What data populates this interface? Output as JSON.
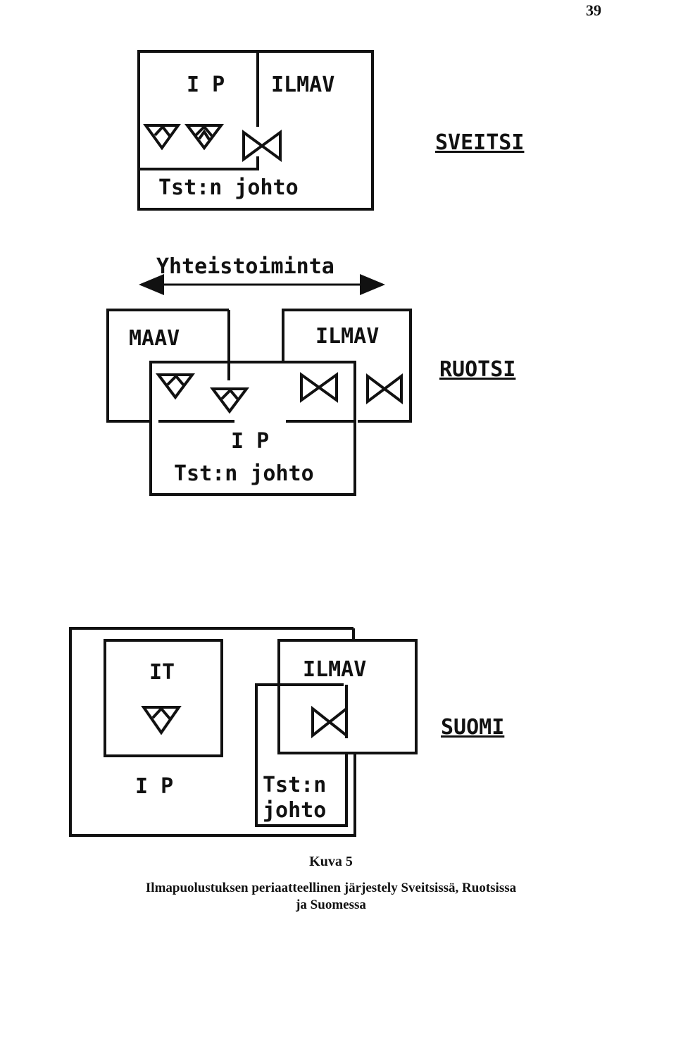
{
  "page_number": "39",
  "sveitsi": {
    "country": "SVEITSI",
    "ip": "I P",
    "ilmav": "ILMAV",
    "command": "Tst:n johto"
  },
  "ruotsi": {
    "cooperation": "Yhteistoiminta",
    "maav": "MAAV",
    "ilmav": "ILMAV",
    "ip": "I P",
    "command": "Tst:n johto",
    "country": "RUOTSI"
  },
  "suomi": {
    "it": "IT",
    "ilmav": "ILMAV",
    "ip": "I P",
    "command_line1": "Tst:n",
    "command_line2": "johto",
    "country": "SUOMI"
  },
  "caption": {
    "title": "Kuva 5",
    "line1": "Ilmapuolustuksen periaatteellinen järjestely Sveitsissä, Ruotsissa",
    "line2": "ja Suomessa"
  }
}
